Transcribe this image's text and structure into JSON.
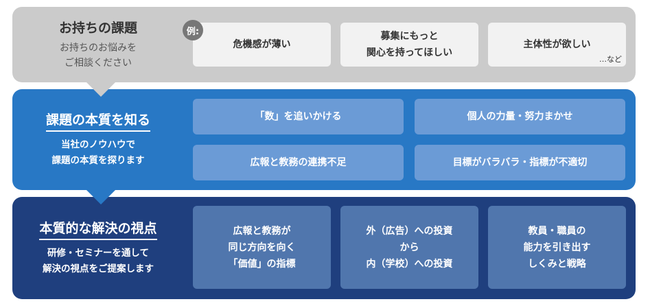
{
  "section1": {
    "title": "お持ちの課題",
    "subtitle_lines": [
      "お持ちのお悩みを",
      "ご相談ください"
    ],
    "badge": "例:",
    "cards": [
      [
        "危機感が薄い"
      ],
      [
        "募集にもっと",
        "関心を持ってほしい"
      ],
      [
        "主体性が欲しい"
      ]
    ],
    "etc": "…など"
  },
  "section2": {
    "title": "課題の本質を知る",
    "subtitle_lines": [
      "当社のノウハウで",
      "課題の本質を探ります"
    ],
    "cards": [
      "「数」を追いかける",
      "個人の力量・努力まかせ",
      "広報と教務の連携不足",
      "目標がバラバラ・指標が不適切"
    ]
  },
  "section3": {
    "title": "本質的な解決の視点",
    "subtitle_lines": [
      "研修・セミナーを通して",
      "解決の視点をご提案します"
    ],
    "cards": [
      [
        "広報と教務が",
        "同じ方向を向く",
        "「価値」の指標"
      ],
      [
        "外（広告）への投資",
        "から",
        "内（学校）への投資"
      ],
      [
        "教員・職員の",
        "能力を引き出す",
        "しくみと戦略"
      ]
    ]
  },
  "colors": {
    "gray": "#cbcbcb",
    "blue": "#2878c5",
    "navy": "#1f3f7e"
  }
}
